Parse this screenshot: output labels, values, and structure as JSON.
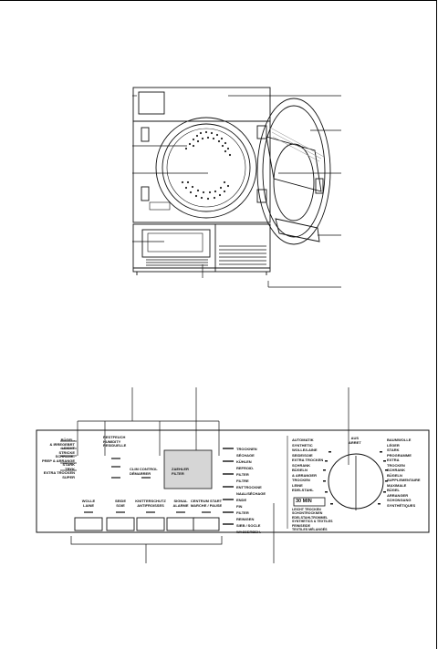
{
  "panel": {
    "left_programs": [
      "BÜGEL-",
      "& IRREGEBRT",
      "LEICHT",
      "STRICKE",
      "SCHRANK-",
      "PREP & ARRANGE",
      "STARK",
      "TRYK",
      "EXTRA TROCKEN",
      "SUPER"
    ],
    "restfeuchte": [
      "RESTFEUCH",
      "HUMIDITY",
      "RESIDUELLE"
    ],
    "buttons": [
      {
        "label": "WOLLE",
        "sub": "LAINE"
      },
      {
        "label": "SEIDE",
        "sub": "SOIE"
      },
      {
        "label": "KNITTERSCHUTZ",
        "sub": "ANTIFROISSES"
      },
      {
        "label": "SIGNAL",
        "sub": "ALARME"
      },
      {
        "label": "CENTRUM START",
        "sub": "MARCHE / PAUSE"
      }
    ],
    "mid_labels": [
      "CLIM CONTROL",
      "DÉMARRER"
    ],
    "display_label": [
      "ZAEHLER",
      "FILTER"
    ],
    "status": [
      "TROCKNEN",
      "SÉCHAGE",
      "KÜHLEN",
      "REFROID.",
      "FILTER",
      "FILTRE",
      "ENTTROCKNE",
      "NAAL/SÉCHAGE",
      "ENDE",
      "FIN",
      "FILTER",
      "REINIGEN",
      "SIEB / SOCLE",
      "WASSERBEH."
    ],
    "dial_left": [
      "AUTOMATIK",
      "SYNTHETIC",
      "WOLLE/LAINE",
      "SEIDE/SOIE",
      "EXTRA TROCKEN",
      "SCHRANK",
      "BÜGELN",
      "& ARRANGER",
      "TROCKEN",
      "LEINE",
      "EDELSTAHL"
    ],
    "dial_top": [
      "AUS",
      "ARRET"
    ],
    "dial_right": [
      "BAUMWOLLE",
      "LÉGER",
      "STARK",
      "PROGRAMME",
      "EXTRA",
      "TROCKEN",
      "SCHRANK",
      "BÜGELN",
      "SUPPLEMENTAIRE",
      "MAXIMALE",
      "BÜGEL",
      "ARRANGER",
      "SCHONGANG",
      "SYNTHÉTIQUES"
    ],
    "timer": "30 MIN",
    "bottom_left": [
      "LEICHT TROCKEN",
      "SCHONTROCKNEN",
      "EDELSTAHLTROMMEL",
      "SYNTHETICS & TEXTILES",
      "FEIN/SEIDE",
      "TEXTILES MÉLANGÉS"
    ]
  }
}
